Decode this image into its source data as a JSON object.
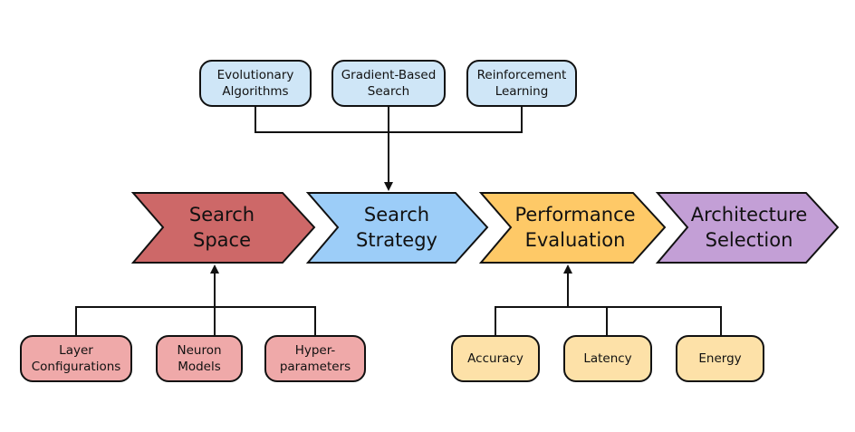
{
  "stages": [
    {
      "line1": "Search",
      "line2": "Space",
      "color": "#cd6868"
    },
    {
      "line1": "Search",
      "line2": "Strategy",
      "color": "#9ccdf8"
    },
    {
      "line1": "Performance",
      "line2": "Evaluation",
      "color": "#fec967"
    },
    {
      "line1": "Architecture",
      "line2": "Selection",
      "color": "#c39fd6"
    }
  ],
  "strategies": [
    {
      "line1": "Evolutionary",
      "line2": "Algorithms"
    },
    {
      "line1": "Gradient-Based",
      "line2": "Search"
    },
    {
      "line1": "Reinforcement",
      "line2": "Learning"
    }
  ],
  "space_components": [
    {
      "line1": "Layer",
      "line2": "Configurations"
    },
    {
      "line1": "Neuron",
      "line2": "Models"
    },
    {
      "line1": "Hyper-",
      "line2": "parameters"
    }
  ],
  "metrics": [
    "Accuracy",
    "Latency",
    "Energy"
  ]
}
